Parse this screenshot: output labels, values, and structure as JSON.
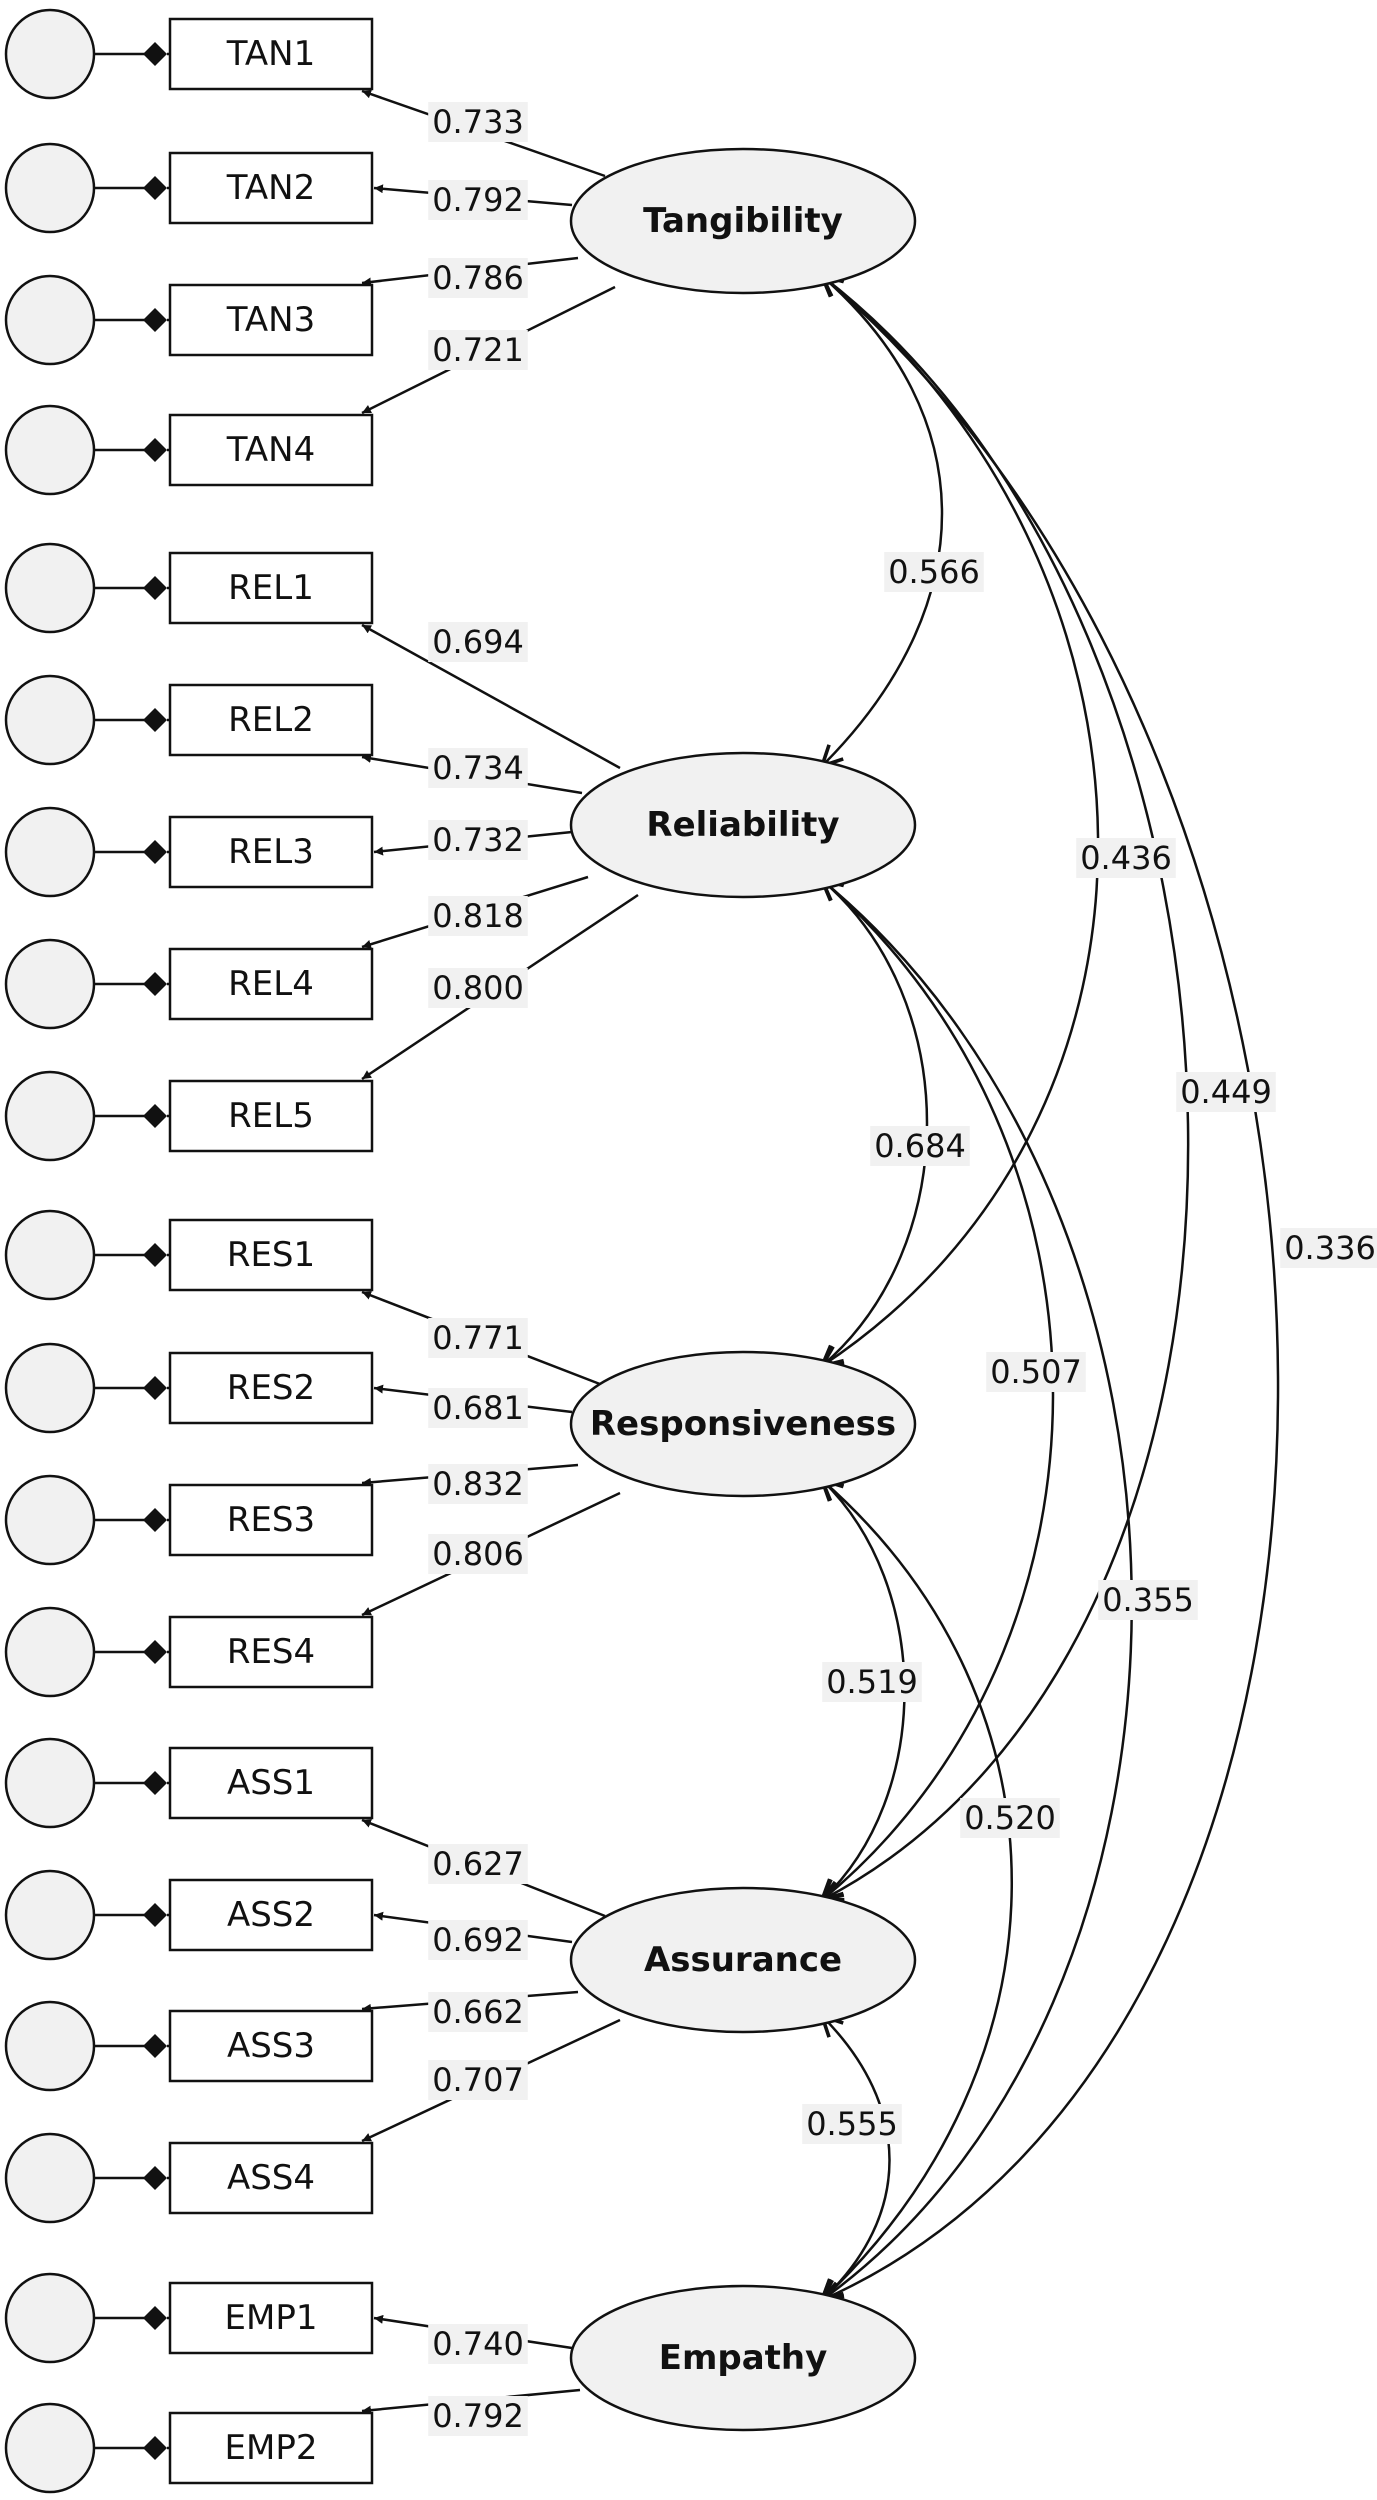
{
  "diagram": {
    "latents": [
      {
        "id": "tangibility",
        "label": "Tangibility"
      },
      {
        "id": "reliability",
        "label": "Reliability"
      },
      {
        "id": "responsiveness",
        "label": "Responsiveness"
      },
      {
        "id": "assurance",
        "label": "Assurance"
      },
      {
        "id": "empathy",
        "label": "Empathy"
      }
    ],
    "indicators": [
      {
        "label": "TAN1",
        "factor": "tangibility",
        "loading": "0.733"
      },
      {
        "label": "TAN2",
        "factor": "tangibility",
        "loading": "0.792"
      },
      {
        "label": "TAN3",
        "factor": "tangibility",
        "loading": "0.786"
      },
      {
        "label": "TAN4",
        "factor": "tangibility",
        "loading": "0.721"
      },
      {
        "label": "REL1",
        "factor": "reliability",
        "loading": "0.694"
      },
      {
        "label": "REL2",
        "factor": "reliability",
        "loading": "0.734"
      },
      {
        "label": "REL3",
        "factor": "reliability",
        "loading": "0.732"
      },
      {
        "label": "REL4",
        "factor": "reliability",
        "loading": "0.818"
      },
      {
        "label": "REL5",
        "factor": "reliability",
        "loading": "0.800"
      },
      {
        "label": "RES1",
        "factor": "responsiveness",
        "loading": "0.771"
      },
      {
        "label": "RES2",
        "factor": "responsiveness",
        "loading": "0.681"
      },
      {
        "label": "RES3",
        "factor": "responsiveness",
        "loading": "0.832"
      },
      {
        "label": "RES4",
        "factor": "responsiveness",
        "loading": "0.806"
      },
      {
        "label": "ASS1",
        "factor": "assurance",
        "loading": "0.627"
      },
      {
        "label": "ASS2",
        "factor": "assurance",
        "loading": "0.692"
      },
      {
        "label": "ASS3",
        "factor": "assurance",
        "loading": "0.662"
      },
      {
        "label": "ASS4",
        "factor": "assurance",
        "loading": "0.707"
      },
      {
        "label": "EMP1",
        "factor": "empathy",
        "loading": "0.740"
      },
      {
        "label": "EMP2",
        "factor": "empathy",
        "loading": "0.792"
      }
    ],
    "correlations": [
      {
        "from": "tangibility",
        "to": "reliability",
        "value": "0.566"
      },
      {
        "from": "tangibility",
        "to": "responsiveness",
        "value": "0.436"
      },
      {
        "from": "tangibility",
        "to": "assurance",
        "value": "0.449"
      },
      {
        "from": "tangibility",
        "to": "empathy",
        "value": "0.336"
      },
      {
        "from": "reliability",
        "to": "responsiveness",
        "value": "0.684"
      },
      {
        "from": "reliability",
        "to": "assurance",
        "value": "0.507"
      },
      {
        "from": "reliability",
        "to": "empathy",
        "value": "0.355"
      },
      {
        "from": "responsiveness",
        "to": "assurance",
        "value": "0.519"
      },
      {
        "from": "responsiveness",
        "to": "empathy",
        "value": "0.520"
      },
      {
        "from": "assurance",
        "to": "empathy",
        "value": "0.555"
      }
    ]
  }
}
